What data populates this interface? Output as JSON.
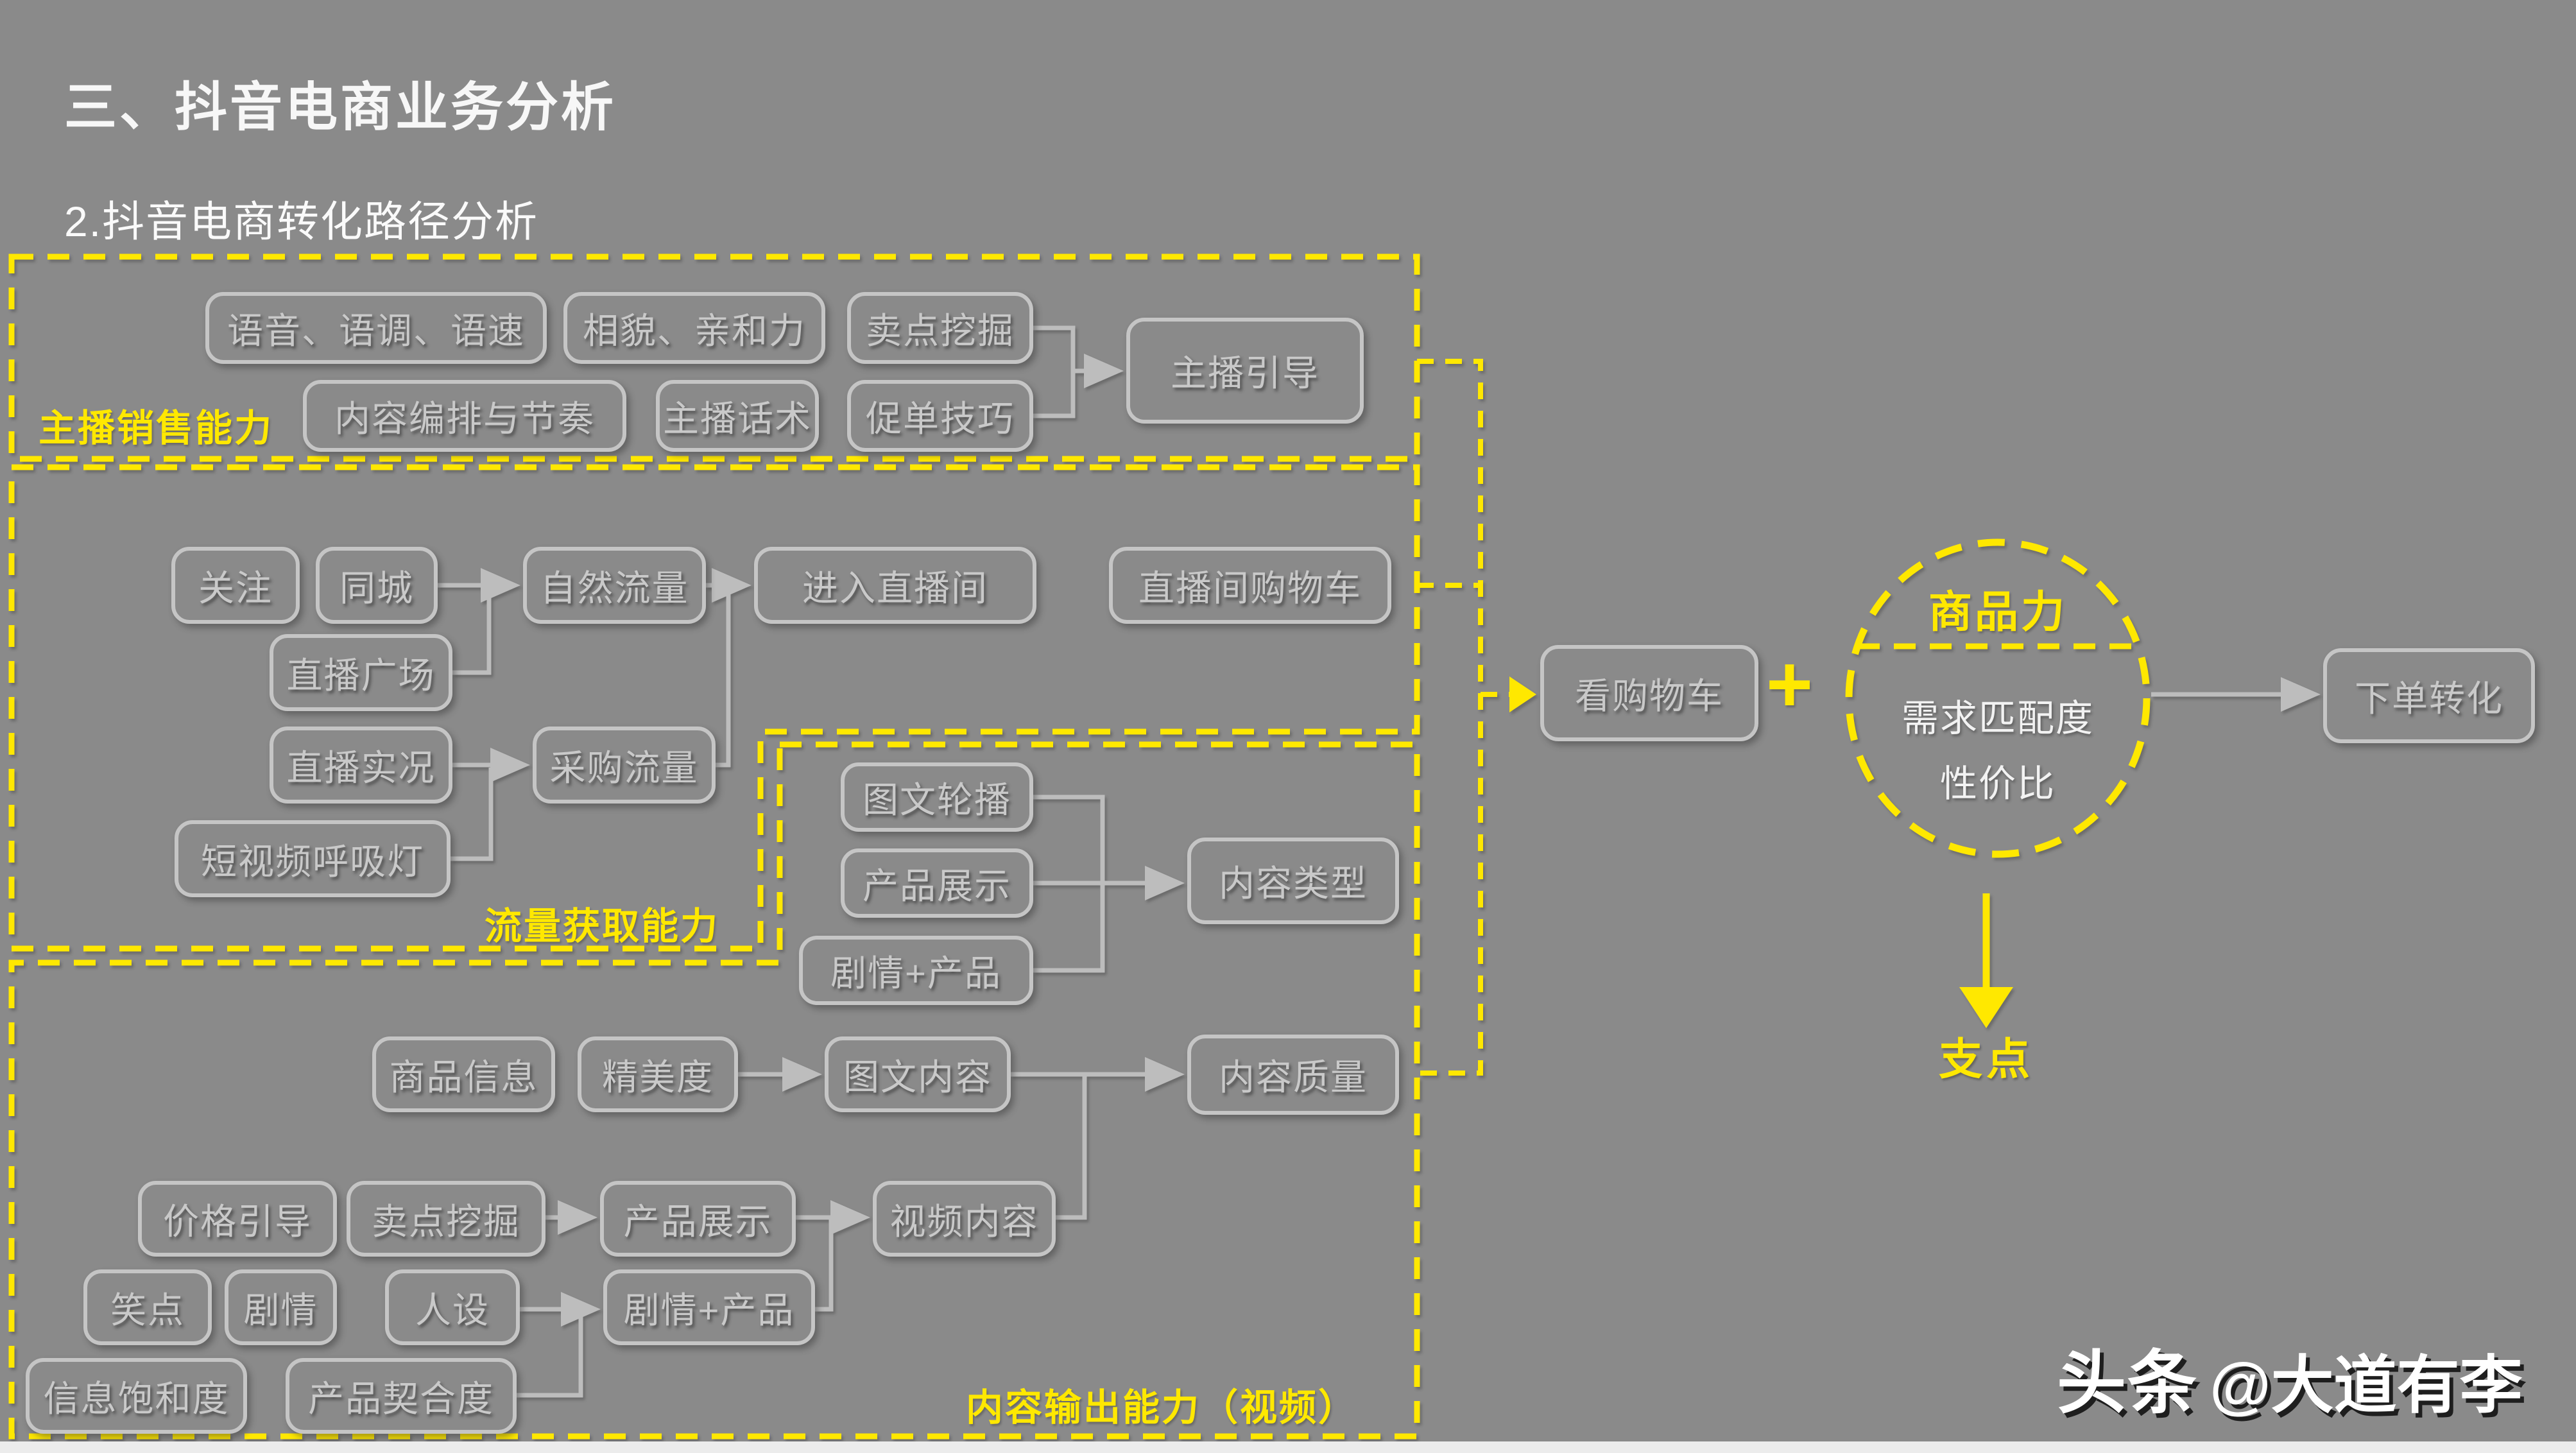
{
  "title": "三、抖音电商业务分析",
  "subtitle": "2.抖音电商转化路径分析",
  "groups": {
    "anchor_sales": {
      "label": "主播销售能力"
    },
    "traffic": {
      "label": "流量获取能力"
    },
    "content_output": {
      "label": "内容输出能力（视频）"
    }
  },
  "nodes": {
    "voice": {
      "label": "语音、语调、语速"
    },
    "appearance": {
      "label": "相貌、亲和力"
    },
    "selling_point_1": {
      "label": "卖点挖掘"
    },
    "arrangement": {
      "label": "内容编排与节奏"
    },
    "anchor_script": {
      "label": "主播话术"
    },
    "order_skill": {
      "label": "促单技巧"
    },
    "anchor_guide": {
      "label": "主播引导"
    },
    "follow": {
      "label": "关注"
    },
    "same_city": {
      "label": "同城"
    },
    "live_plaza": {
      "label": "直播广场"
    },
    "natural_traffic": {
      "label": "自然流量"
    },
    "enter_liveroom": {
      "label": "进入直播间"
    },
    "liveroom_cart": {
      "label": "直播间购物车"
    },
    "live_status": {
      "label": "直播实况"
    },
    "purchase_traffic": {
      "label": "采购流量"
    },
    "short_video_light": {
      "label": "短视频呼吸灯"
    },
    "image_carousel": {
      "label": "图文轮播"
    },
    "product_show_1": {
      "label": "产品展示"
    },
    "drama_product_1": {
      "label": "剧情+产品"
    },
    "content_type": {
      "label": "内容类型"
    },
    "product_info": {
      "label": "商品信息"
    },
    "fineness": {
      "label": "精美度"
    },
    "image_text_content": {
      "label": "图文内容"
    },
    "content_quality": {
      "label": "内容质量"
    },
    "price_guide": {
      "label": "价格引导"
    },
    "selling_point_2": {
      "label": "卖点挖掘"
    },
    "product_show_2": {
      "label": "产品展示"
    },
    "video_content": {
      "label": "视频内容"
    },
    "joke": {
      "label": "笑点"
    },
    "drama": {
      "label": "剧情"
    },
    "persona": {
      "label": "人设"
    },
    "drama_product_2": {
      "label": "剧情+产品"
    },
    "info_saturation": {
      "label": "信息饱和度"
    },
    "product_fit": {
      "label": "产品契合度"
    },
    "view_cart": {
      "label": "看购物车"
    },
    "order_convert": {
      "label": "下单转化"
    }
  },
  "circle": {
    "title": "商品力",
    "line1": "需求匹配度",
    "line2": "性价比"
  },
  "plus_sign": "+",
  "fulcrum": {
    "label": "支点"
  },
  "watermark": {
    "brand": "头条",
    "handle": "@大道有李"
  },
  "colors": {
    "background": "#8a8a8a",
    "accent_yellow": "#ffe800",
    "box_border": "#c5c5c5",
    "box_text": "#c9c9c9",
    "connector_gray": "#bdbdbd",
    "title_text": "#f7f7f7"
  }
}
